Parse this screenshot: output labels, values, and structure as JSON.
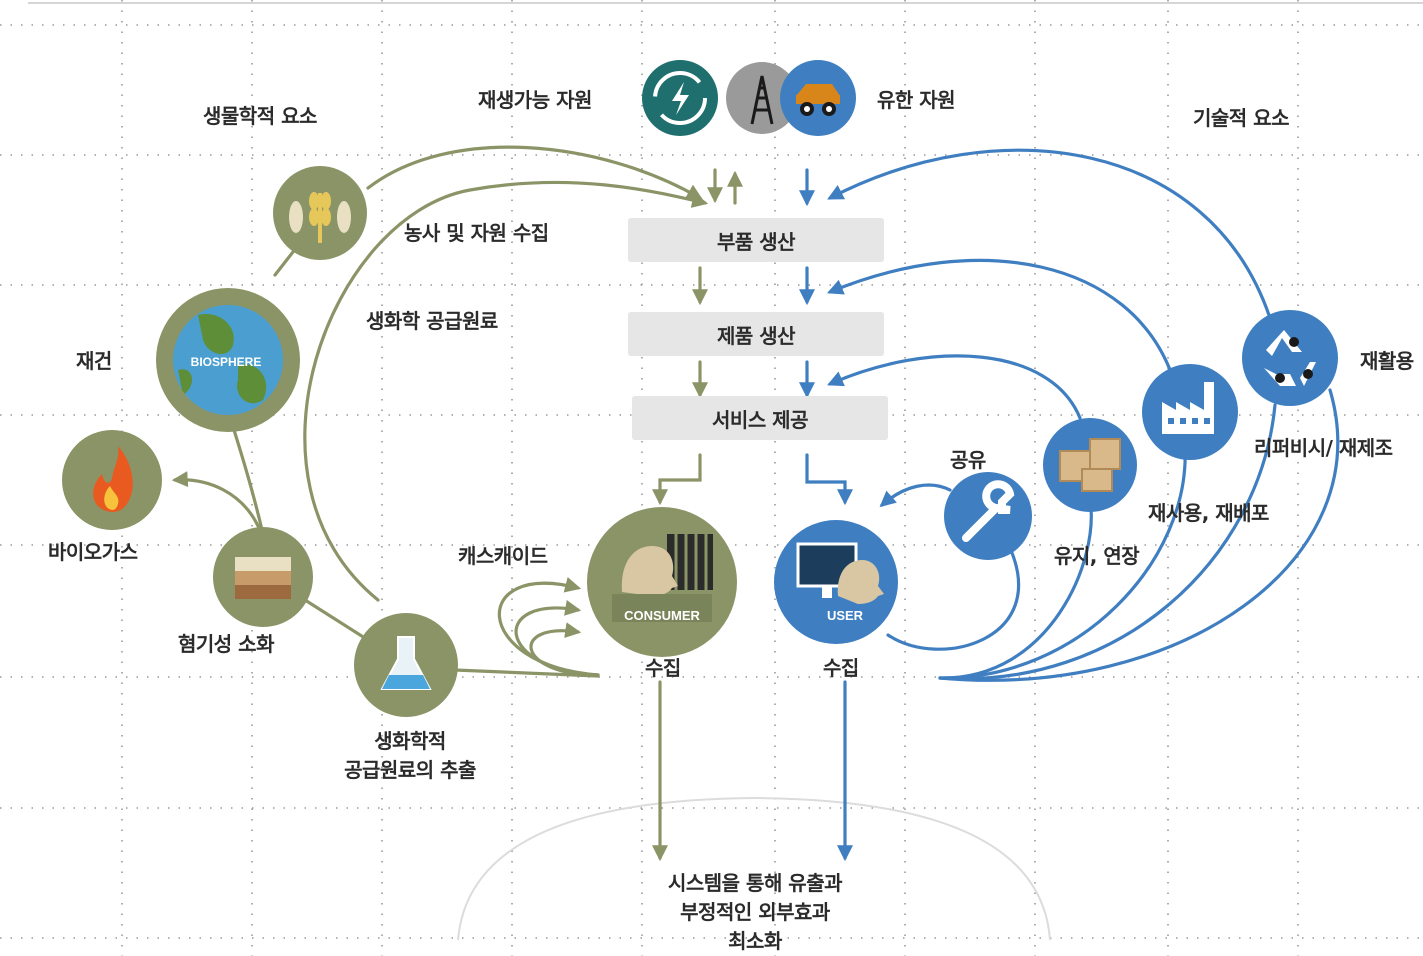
{
  "colors": {
    "green": "#8b9467",
    "green_dark": "#7a845a",
    "blue": "#3f7fc1",
    "teal": "#1f6f6e",
    "gray_box": "#e6e6e6",
    "grid": "#9a9a9a"
  },
  "headers": {
    "biological": "생물학적 요소",
    "technical": "기술적 요소",
    "renewable": "재생가능 자원",
    "finite": "유한 자원"
  },
  "process": {
    "parts": "부품 생산",
    "product": "제품 생산",
    "service": "서비스 제공"
  },
  "bio_labels": {
    "farming": "농사 및 자원 수집",
    "biochem_feedstock": "생화학 공급원료",
    "restoration": "재건",
    "biogas": "바이오가스",
    "anaerobic": "혐기성 소화",
    "extraction_line1": "생화학적",
    "extraction_line2": "공급원료의 추출",
    "cascade": "캐스캐이드",
    "collect_consumer": "수집"
  },
  "tech_labels": {
    "share": "공유",
    "maintain": "유지, 연장",
    "reuse": "재사용, 재배포",
    "refurbish": "리퍼비시/ 재제조",
    "recycle": "재활용",
    "collect_user": "수집"
  },
  "node_texts": {
    "biosphere": "BIOSPHERE",
    "consumer": "CONSUMER",
    "user": "USER"
  },
  "bottom": {
    "line1": "시스템을 통해 유출과",
    "line2": "부정적인 외부효과",
    "line3": "최소화"
  },
  "icons": [
    "energy-icon",
    "oil-derrick-icon",
    "mining-truck-icon",
    "wheat-fish-icon",
    "biosphere-globe-icon",
    "fire-icon",
    "soil-icon",
    "flask-icon",
    "consumer-icon",
    "user-computer-icon",
    "wrench-icon",
    "boxes-icon",
    "factory-icon",
    "recycle-icon"
  ]
}
